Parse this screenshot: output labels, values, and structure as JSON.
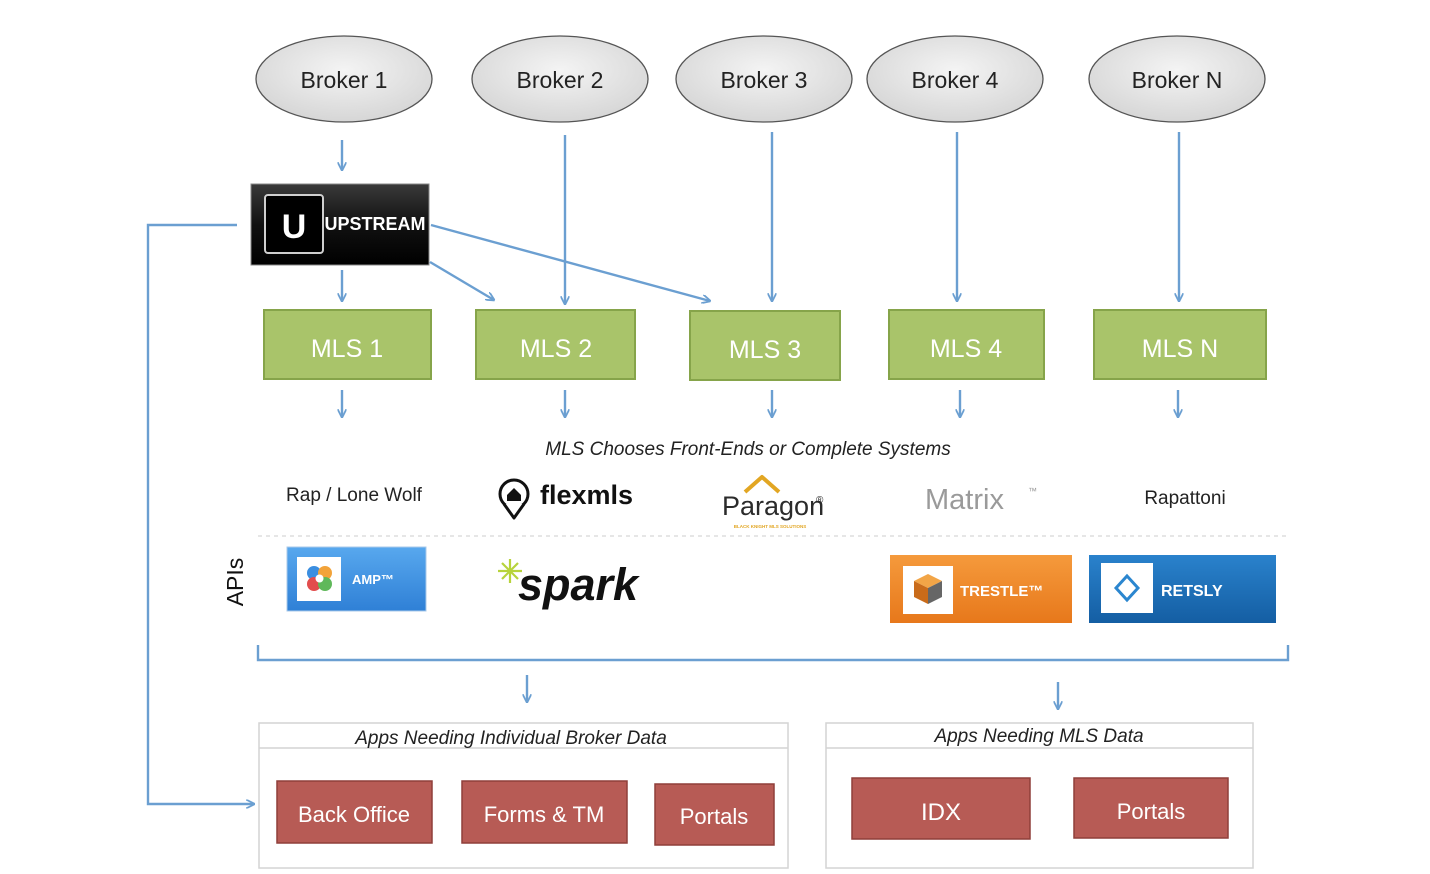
{
  "brokers": [
    "Broker 1",
    "Broker 2",
    "Broker 3",
    "Broker 4",
    "Broker N"
  ],
  "upstream": {
    "label": "UPSTREAM",
    "glyph": "U"
  },
  "mls": [
    "MLS 1",
    "MLS 2",
    "MLS 3",
    "MLS 4",
    "MLS N"
  ],
  "front_ends": {
    "caption": "MLS Chooses Front-Ends or Complete Systems",
    "rap": "Rap / Lone Wolf",
    "flexmls": "flexmls",
    "paragon": {
      "name": "Paragon",
      "mark": "®",
      "tagline": "BLACK KNIGHT MLS SOLUTIONS"
    },
    "matrix": {
      "name": "Matrix",
      "mark": "™"
    },
    "rapattoni": "Rapattoni"
  },
  "apis": {
    "label": "APIs",
    "amp": "AMP™",
    "spark": "spark",
    "trestle": "TRESTLE™",
    "retsly": "RETSLY"
  },
  "apps_broker": {
    "title": "Apps Needing Individual Broker Data",
    "items": [
      "Back Office",
      "Forms & TM",
      "Portals"
    ]
  },
  "apps_mls": {
    "title": "Apps Needing MLS Data",
    "items": [
      "IDX",
      "Portals"
    ]
  },
  "colors": {
    "arrow": "#6b9fd1",
    "mls_fill": "#a9c46a",
    "mls_border": "#86a44a",
    "app_fill": "#b75b55",
    "app_border": "#8f3f3a",
    "broker_fill": "#e6e6e6",
    "amp_blue": "#3b8ee0",
    "trestle_orange": "#ef8a2a",
    "retsly_blue": "#1d6fb8"
  }
}
